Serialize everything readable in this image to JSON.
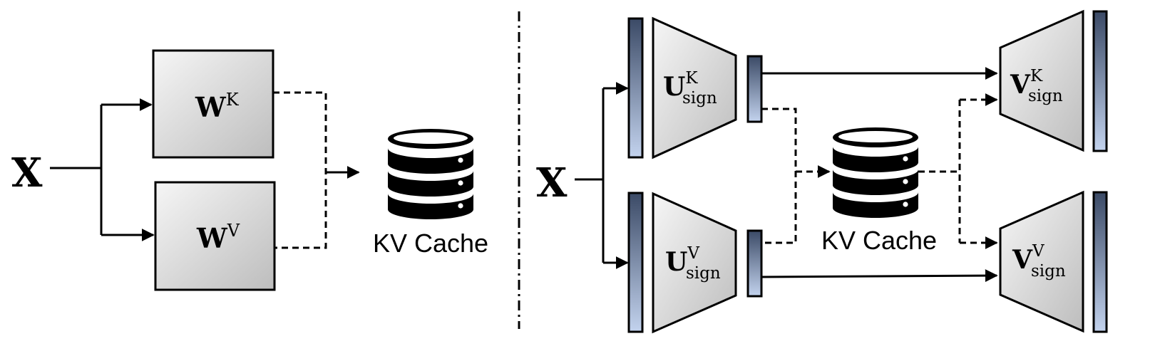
{
  "colors": {
    "box_light": "#f6f6f6",
    "box_dark": "#bdbdbd",
    "bar_top": "#3b4a66",
    "bar_bottom": "#c3d3ee",
    "ink": "#000000"
  },
  "left": {
    "input": "X",
    "wk": {
      "base": "W",
      "sup": "K"
    },
    "wv": {
      "base": "W",
      "sup": "V"
    },
    "cache": {
      "icon": "database-icon",
      "label": "KV Cache"
    }
  },
  "right": {
    "input": "X",
    "uk": {
      "base": "U",
      "sup": "K",
      "sub": "sign"
    },
    "uv": {
      "base": "U",
      "sup": "V",
      "sub": "sign"
    },
    "vk": {
      "base": "V",
      "sup": "K",
      "sub": "sign"
    },
    "vv": {
      "base": "V",
      "sup": "V",
      "sub": "sign"
    },
    "cache": {
      "icon": "database-icon",
      "label": "KV Cache"
    }
  }
}
